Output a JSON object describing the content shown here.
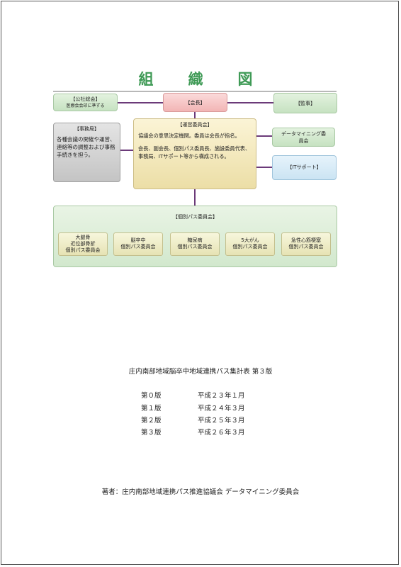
{
  "title": "組　織　図",
  "boxes": {
    "assembly": {
      "label": "【公社総会】",
      "text": "医療会会印に準ずる"
    },
    "chair": {
      "label": "【会長】"
    },
    "audit": {
      "label": "【監事】"
    },
    "office": {
      "label": "【事務局】",
      "text": "各種会議の開催や運営、連絡等の調整および事務手続きを担う。"
    },
    "committee": {
      "label": "【運営委員会】",
      "line1": "協議会の意思決定機関。委員は会長が指名。",
      "line2": "会長、副会長、個別パス委員長、施設委員代表、事務局、ITサポート等から構成される。"
    },
    "datamining": {
      "label": "データマイニング委員会"
    },
    "it": {
      "label": "【ITサポート】"
    },
    "pathgroup": {
      "label": "【個別パス委員会】"
    }
  },
  "subcommittees": [
    {
      "line1": "大腿骨",
      "line2": "近位部骨折",
      "line3": "個別パス委員会"
    },
    {
      "line1": "脳卒中",
      "line2": "個別パス委員会",
      "line3": ""
    },
    {
      "line1": "糖尿病",
      "line2": "個別パス委員会",
      "line3": ""
    },
    {
      "line1": "5大がん",
      "line2": "個別パス委員会",
      "line3": ""
    },
    {
      "line1": "急性心筋梗塞",
      "line2": "個別パス委員会",
      "line3": ""
    }
  ],
  "doc_title": "庄内南部地域脳卒中地域連携パス集計表 第３版",
  "versions": [
    {
      "edition": "第０版",
      "date": "平成２３年１月"
    },
    {
      "edition": "第１版",
      "date": "平成２４年３月"
    },
    {
      "edition": "第２版",
      "date": "平成２５年３月"
    },
    {
      "edition": "第３版",
      "date": "平成２６年３月"
    }
  ],
  "author": "著者：庄内南部地域連携パス推進協議会 データマイニング委員会"
}
